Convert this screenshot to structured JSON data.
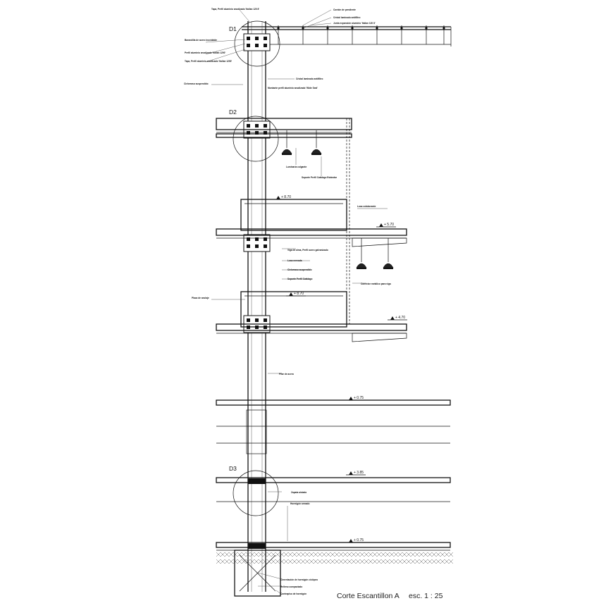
{
  "title": {
    "main": "Corte Escantillon A",
    "scale": "esc. 1 : 25"
  },
  "details": [
    "D1",
    "D2",
    "D3"
  ],
  "levels": [
    "+ 8.70",
    "+ 5.70",
    "+ 4.70",
    "+ 0.75",
    "+ 3.85",
    "+ 0.75",
    "+ 8.70"
  ],
  "annotations": [
    "Tapa, Perfil aluminio anodizado 'Italian 120 8'",
    "Cordón de pendiente",
    "Cristal laminado antifiltro",
    "Junta expansión aluminio 'Italian 120 8'",
    "Barandilla de acero inoxidable",
    "Perfil aluminio anodizado 'Italian 1200'",
    "Tapa, Perfil aluminio anodizado 'Italian 1200'",
    "Cristal laminado antifiltro",
    "Montante perfil aluminio anodizado 'Wide Seal'",
    "Cielorraso suspendido",
    "Luminaria colgante",
    "Soporte Perfil Catálogo Estándar",
    "Losa colaborante",
    "Viga de alma, Perfil acero galvanizado",
    "Losa nervada",
    "Cielorraso suspendido",
    "Soporte Perfil Catálogo",
    "Conector metálico para viga",
    "Placa de anclaje",
    "Pilar de acero",
    "Zapata aislada",
    "Hormigón armado",
    "Cimentación de hormigón ciclópeo",
    "Relleno compactado",
    "Contrapiso de hormigón"
  ]
}
